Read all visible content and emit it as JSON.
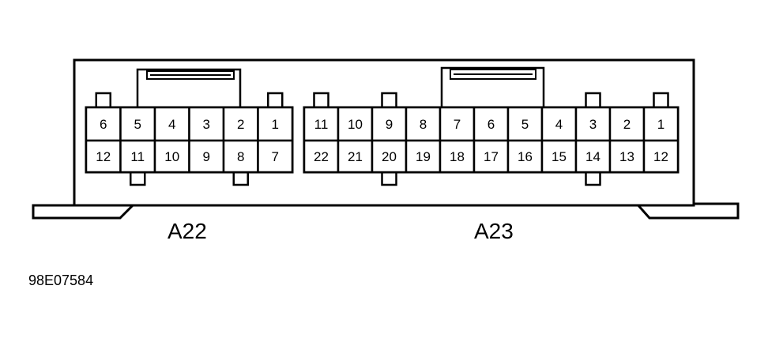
{
  "figure_id": "98E07584",
  "connectors": [
    {
      "name": "A22",
      "top_row": [
        "6",
        "5",
        "4",
        "3",
        "2",
        "1"
      ],
      "bottom_row": [
        "12",
        "11",
        "10",
        "9",
        "8",
        "7"
      ]
    },
    {
      "name": "A23",
      "top_row": [
        "11",
        "10",
        "9",
        "8",
        "7",
        "6",
        "5",
        "4",
        "3",
        "2",
        "1"
      ],
      "bottom_row": [
        "22",
        "21",
        "20",
        "19",
        "18",
        "17",
        "16",
        "15",
        "14",
        "13",
        "12"
      ]
    }
  ],
  "colors": {
    "stroke": "#000000",
    "background": "#ffffff"
  }
}
